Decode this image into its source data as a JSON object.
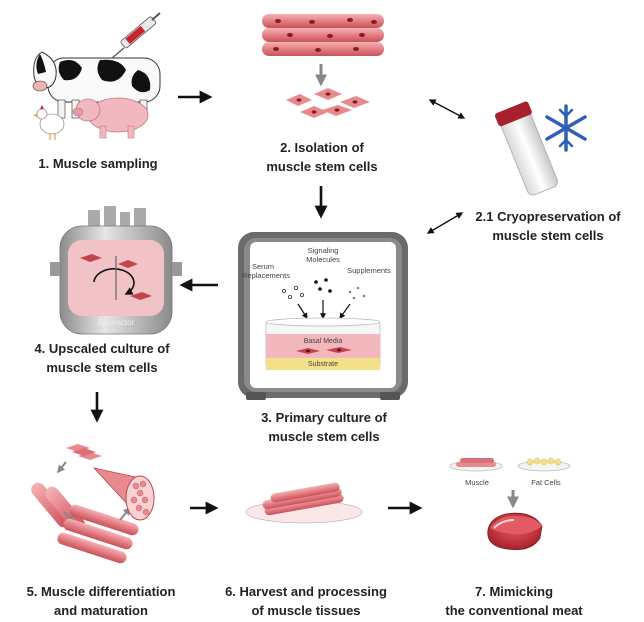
{
  "steps": {
    "s1": "1. Muscle sampling",
    "s2_line1": "2. Isolation of",
    "s2_line2": "muscle stem cells",
    "s21_line1": "2.1 Cryopreservation of",
    "s21_line2": "muscle stem cells",
    "s3_line1": "3. Primary culture of",
    "s3_line2": "muscle stem cells",
    "s4_line1": "4. Upscaled culture of",
    "s4_line2": "muscle stem cells",
    "s5_line1": "5. Muscle differentiation",
    "s5_line2": "and maturation",
    "s6_line1": "6. Harvest and processing",
    "s6_line2": "of muscle tissues",
    "s7_line1": "7. Mimicking",
    "s7_line2": "the conventional meat"
  },
  "culture_labels": {
    "serum_line1": "Serum",
    "serum_line2": "Replacements",
    "signaling_line1": "Signaling",
    "signaling_line2": "Molecules",
    "supplements": "Supplements",
    "basal_media": "Basal Media",
    "substrate": "Substrate"
  },
  "bioreactor_label": "Bioreactor",
  "meat_labels": {
    "muscle": "Muscle",
    "fat_cells": "Fat Cells"
  },
  "colors": {
    "muscle_pink": "#e8898d",
    "muscle_dark": "#c2454d",
    "nucleus": "#8a1c22",
    "arrow": "#111111",
    "grey_arrow": "#888888",
    "snowflake": "#2f5fb8",
    "media_pink": "#f3b8bd",
    "substrate_yellow": "#f5e08a"
  }
}
